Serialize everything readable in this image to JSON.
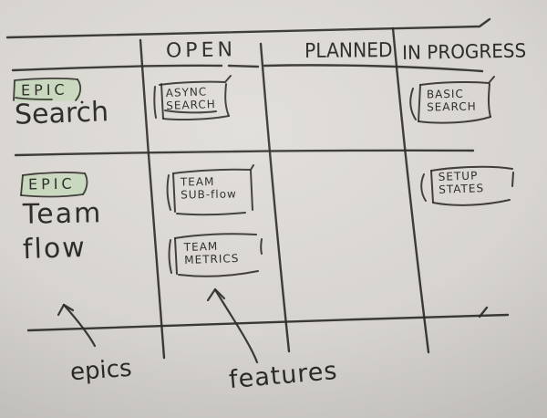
{
  "colors": {
    "ink": "#2d2b28",
    "epic_highlight": "#c7d8bc",
    "paper": "#d6d3ce"
  },
  "board": {
    "columns": [
      {
        "label": "OPEN"
      },
      {
        "label": "PLANNED"
      },
      {
        "label": "IN PROGRESS"
      }
    ],
    "rows": [
      {
        "epic_tag": "EPIC",
        "epic_name": "Search",
        "cards": [
          {
            "line1": "ASYNC",
            "line2": "SEARCH",
            "column": "OPEN"
          },
          {
            "line1": "BASIC",
            "line2": "SEARCH",
            "column": "IN PROGRESS"
          }
        ]
      },
      {
        "epic_tag": "EPIC",
        "epic_name_line1": "Team",
        "epic_name_line2": "flow",
        "cards": [
          {
            "line1": "TEAM",
            "line2": "SUB-flow",
            "column": "OPEN"
          },
          {
            "line1": "TEAM",
            "line2": "METRICS",
            "column": "OPEN"
          },
          {
            "line1": "SETUP",
            "line2": "STATES",
            "column": "IN PROGRESS"
          }
        ]
      }
    ],
    "annotations": [
      {
        "label": "epics"
      },
      {
        "label": "features"
      }
    ]
  }
}
